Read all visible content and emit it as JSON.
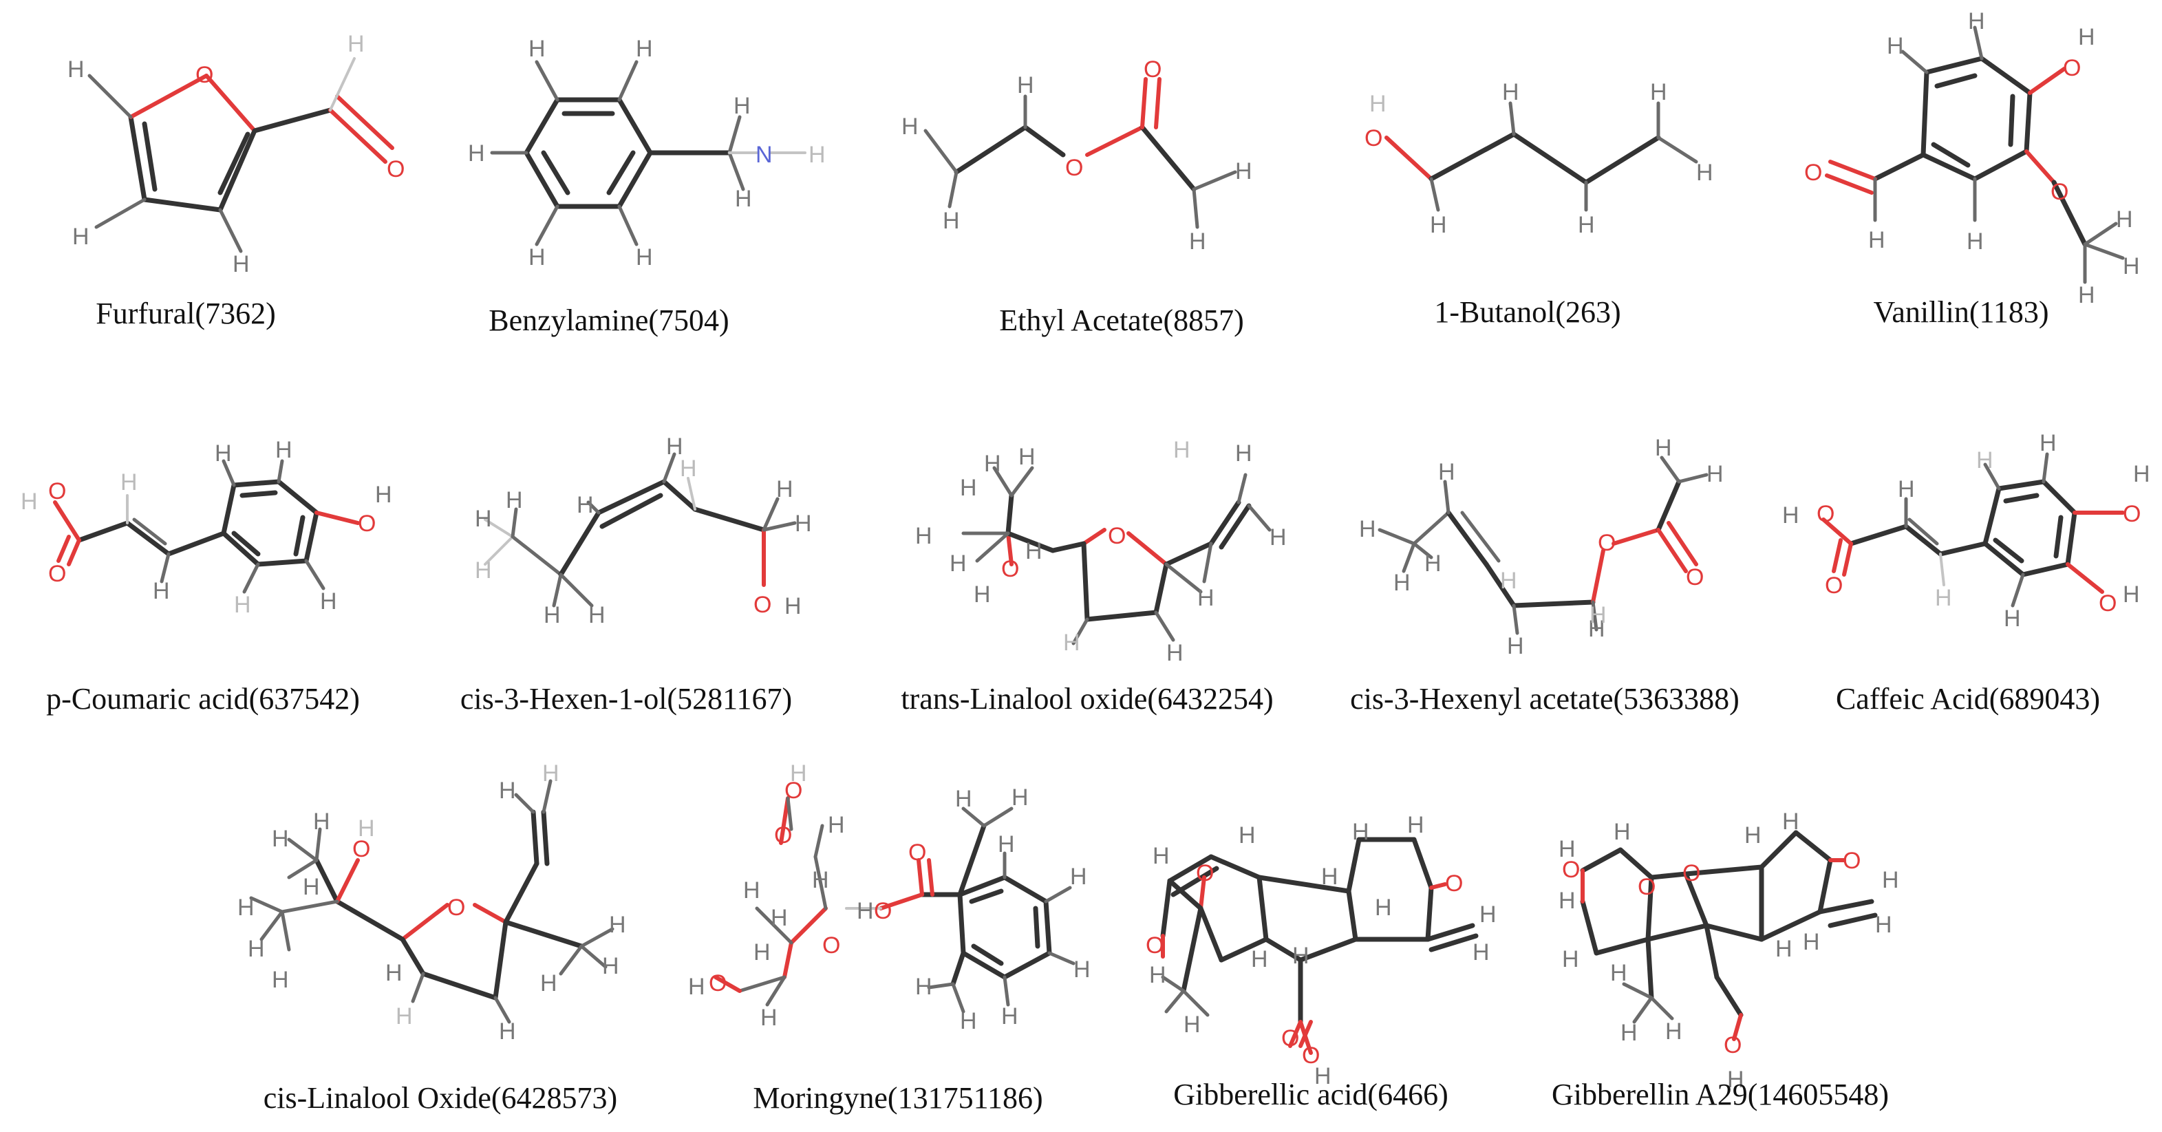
{
  "colors": {
    "carbon_bond": "#333333",
    "hydrogen": "#8a8a8a",
    "oxygen": "#e23a3a",
    "nitrogen": "#5a66d6"
  },
  "atoms": {
    "H": "H",
    "O": "O",
    "N": "N"
  },
  "molecules": [
    {
      "id": "furfural",
      "label": "Furfural(7362)"
    },
    {
      "id": "benzylamine",
      "label": "Benzylamine(7504)"
    },
    {
      "id": "ethyl-acetate",
      "label": "Ethyl Acetate(8857)"
    },
    {
      "id": "butanol",
      "label": "1-Butanol(263)"
    },
    {
      "id": "vanillin",
      "label": "Vanillin(1183)"
    },
    {
      "id": "p-coumaric",
      "label": "p-Coumaric acid(637542)"
    },
    {
      "id": "hexenol",
      "label": "cis-3-Hexen-1-ol(5281167)"
    },
    {
      "id": "trans-linalool",
      "label": "trans-Linalool oxide(6432254)"
    },
    {
      "id": "hexenyl-acetate",
      "label": "cis-3-Hexenyl acetate(5363388)"
    },
    {
      "id": "caffeic",
      "label": "Caffeic Acid(689043)"
    },
    {
      "id": "cis-linalool",
      "label": "cis-Linalool Oxide(6428573)"
    },
    {
      "id": "moringyne",
      "label": "Moringyne(131751186)"
    },
    {
      "id": "gibberellic",
      "label": "Gibberellic acid(6466)"
    },
    {
      "id": "gibberellin-a29",
      "label": "Gibberellin A29(14605548)"
    }
  ]
}
